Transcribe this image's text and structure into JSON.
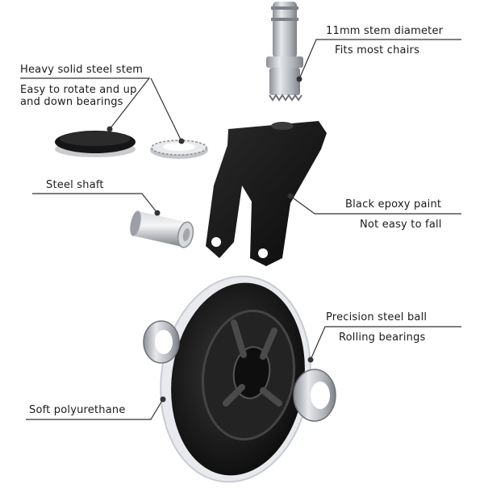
{
  "labels": {
    "stem_diameter": "11mm stem diameter",
    "fits_chairs": "Fits most chairs",
    "solid_stem": "Heavy solid steel stem",
    "bearings": "Easy to rotate and up and down bearings",
    "steel_shaft": "Steel shaft",
    "epoxy": "Black epoxy paint",
    "not_fall": "Not easy to fall",
    "steel_ball": "Precision steel ball",
    "rolling": "Rolling bearings",
    "polyurethane": "Soft polyurethane"
  },
  "colors": {
    "background": "#ffffff",
    "text": "#1a1a1a",
    "leader": "#333333",
    "steel": "#b8bcc2",
    "black_part": "#141414"
  },
  "icons": [
    "stem-part",
    "bearing-cap",
    "ball-bearing-ring",
    "steel-shaft",
    "bracket",
    "wheel",
    "side-bearing"
  ]
}
